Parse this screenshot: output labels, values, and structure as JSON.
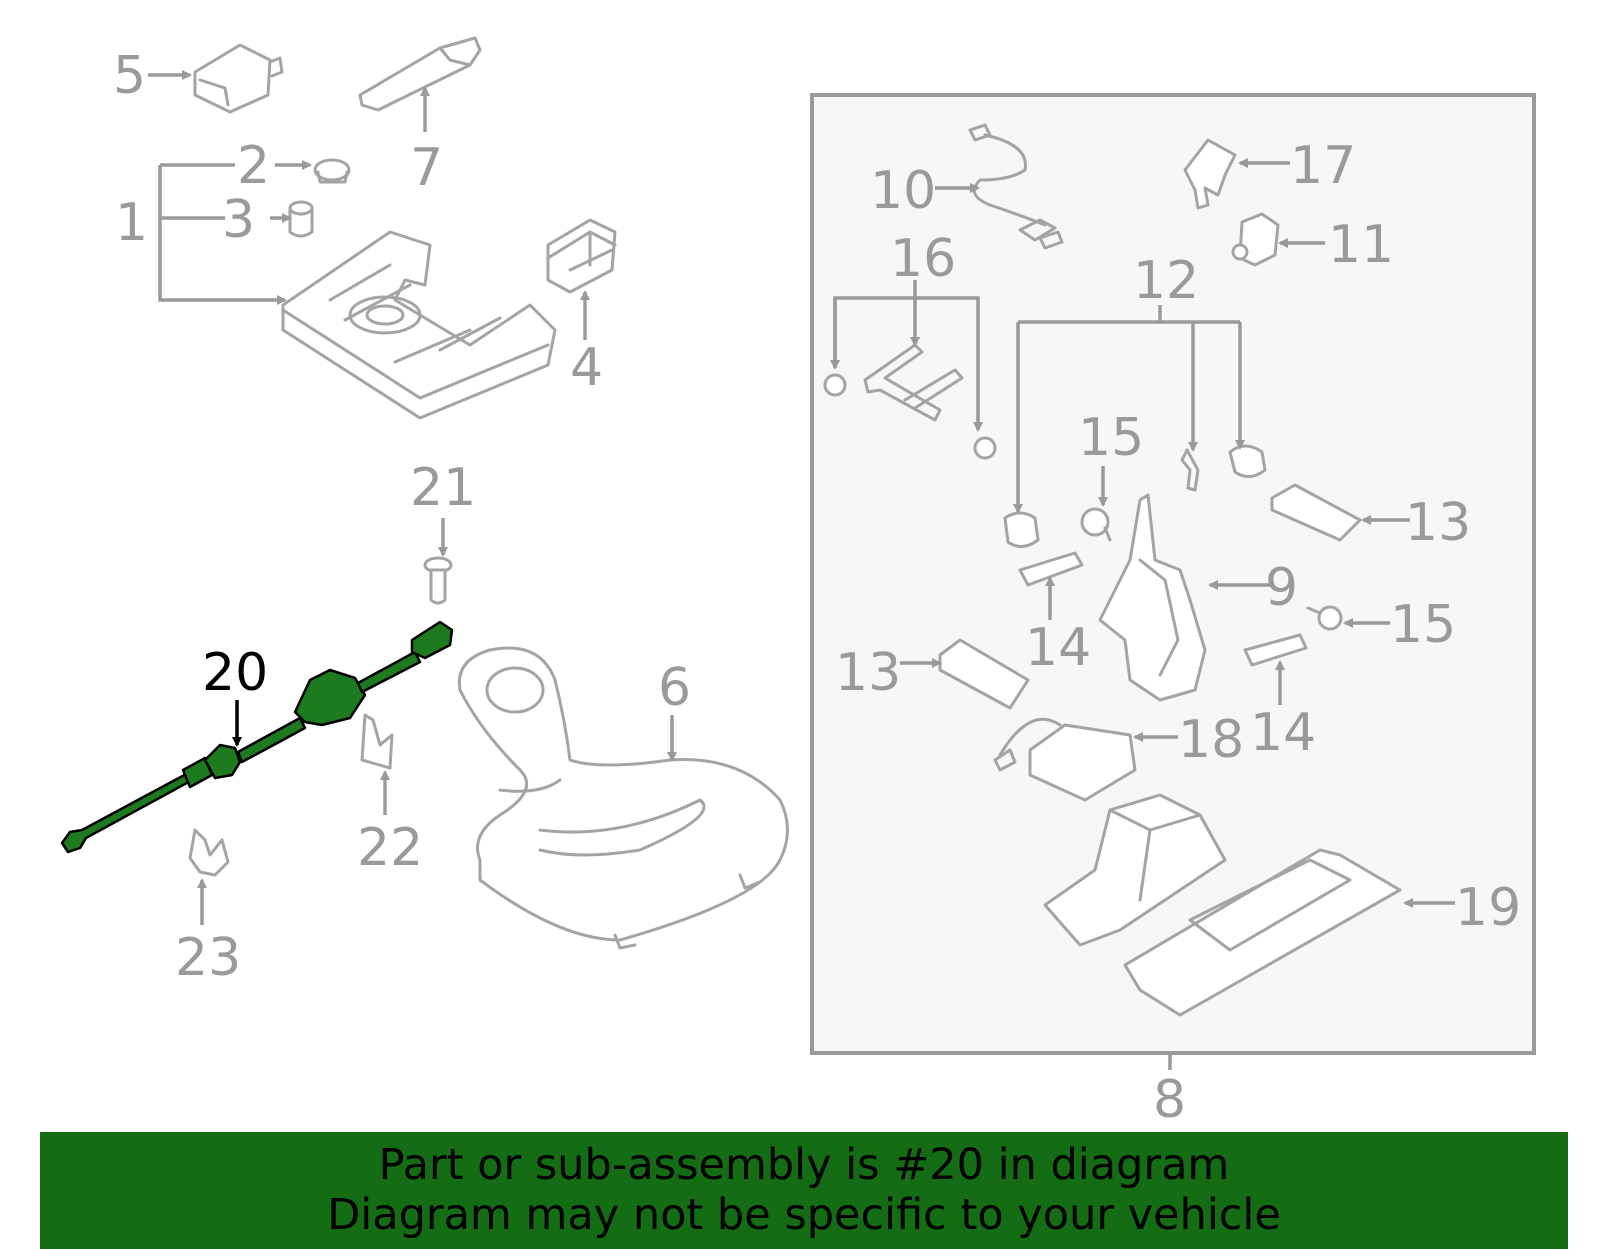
{
  "diagram": {
    "highlighted_part": "20",
    "callouts": [
      "1",
      "2",
      "3",
      "4",
      "5",
      "6",
      "7",
      "8",
      "9",
      "10",
      "11",
      "12",
      "13",
      "13",
      "14",
      "14",
      "15",
      "15",
      "16",
      "17",
      "18",
      "19",
      "20",
      "21",
      "22",
      "23"
    ],
    "colors": {
      "highlight": "#1e7a1e",
      "banner": "#146c14",
      "line": "#9a9a9a",
      "box_fill": "#f7f7f7"
    }
  },
  "labels": {
    "l1": "1",
    "l2": "2",
    "l3": "3",
    "l4": "4",
    "l5": "5",
    "l6": "6",
    "l7": "7",
    "l8": "8",
    "l9": "9",
    "l10": "10",
    "l11": "11",
    "l12": "12",
    "l13a": "13",
    "l13b": "13",
    "l14a": "14",
    "l14b": "14",
    "l15a": "15",
    "l15b": "15",
    "l16": "16",
    "l17": "17",
    "l18": "18",
    "l19": "19",
    "l20": "20",
    "l21": "21",
    "l22": "22",
    "l23": "23"
  },
  "banner": {
    "line1": "Part or sub-assembly is #20 in diagram",
    "line2": "Diagram may not be specific to your vehicle"
  }
}
